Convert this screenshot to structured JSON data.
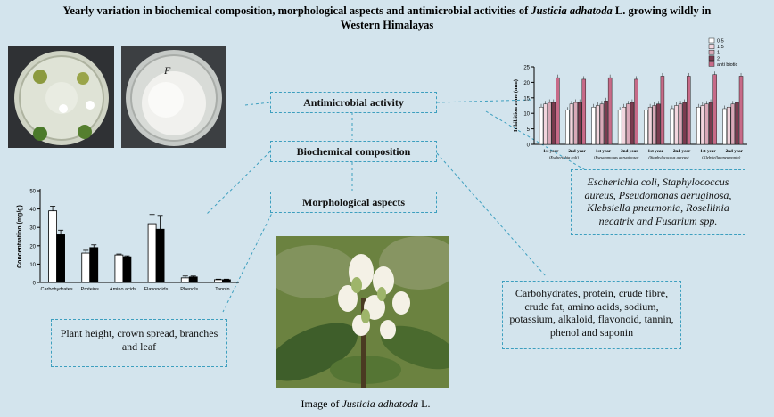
{
  "title_line1": "Yearly variation in biochemical composition, morphological aspects and antimicrobial activities of",
  "title_species": "Justicia adhatoda",
  "title_after": " L. growing wildly in",
  "title_line2": "Western Himalayas",
  "categories": {
    "antimicrobial": "Antimicrobial activity",
    "biochemical": "Biochemical composition",
    "morphological": "Morphological aspects"
  },
  "microbes_text": "Escherichia coli, Staphylococcus aureus, Pseudomonas aeruginosa, Klebsiella pneumonia, Rosellinia necatrix  and Fusarium spp.",
  "biochem_text": "Carbohydrates, protein, crude fibre, crude fat, amino acids,  sodium, potassium, alkaloid, flavonoid, tannin, phenol and saponin",
  "morph_text": "Plant height,  crown spread, branches and leaf",
  "caption_prefix": "Image of ",
  "caption_species": "Justicia adhatoda",
  "caption_suffix": " L.",
  "photo_label": "F",
  "colors": {
    "background": "#d3e4ed",
    "dashed_border": "#3d9fbf",
    "bar_antibiotic": "#d98aa3"
  },
  "chart_data": [
    {
      "type": "bar",
      "ylabel": "Concentration (mg/g)",
      "categories": [
        "Carbohydrates",
        "Proteins",
        "Amino acids",
        "Flavonoids",
        "Phenols",
        "Tannin"
      ],
      "series": [
        {
          "values": [
            39,
            16,
            15,
            32,
            2.5,
            1.5
          ],
          "errors": [
            2.5,
            1.5,
            0.5,
            5,
            1,
            0.3
          ],
          "color": "#ffffff"
        },
        {
          "values": [
            26,
            19,
            14,
            29,
            3,
            1.5
          ],
          "errors": [
            2.5,
            1.5,
            0.5,
            7.5,
            0.5,
            0.3
          ],
          "color": "#000000"
        }
      ],
      "ylim": [
        0,
        50
      ],
      "yticks": [
        0,
        10,
        20,
        30,
        40,
        50
      ]
    },
    {
      "type": "bar",
      "ylabel": "Inhibition zone (mm)",
      "groups": [
        "1st year",
        "2nd year",
        "1st year",
        "2nd year",
        "1st year",
        "2nd year",
        "1st year",
        "2nd year"
      ],
      "organisms": [
        "(Escherichia coli)",
        "(Pseudomonas aeruginosa)",
        "(Staphylococcus aureus)",
        "(Klebsiella pneumonia)"
      ],
      "legend": [
        "0.5",
        "1.5",
        "1",
        "2",
        "anti biotic"
      ],
      "series_colors": [
        "#ffffff",
        "#f2d6de",
        "#d9a9b8",
        "#7a3b4f",
        "#c76a88"
      ],
      "values": [
        [
          12,
          13,
          13.5,
          13.5,
          21.5
        ],
        [
          11,
          13,
          13.5,
          13.5,
          21
        ],
        [
          12,
          12.5,
          13,
          14,
          21.5
        ],
        [
          11,
          12,
          13,
          13.5,
          21
        ],
        [
          11,
          12,
          12.5,
          13,
          22
        ],
        [
          11.5,
          12.5,
          13,
          13.5,
          22
        ],
        [
          12,
          12.5,
          13,
          13.5,
          22.5
        ],
        [
          11.5,
          12,
          13,
          13.5,
          22
        ]
      ],
      "ylim": [
        0,
        25
      ],
      "yticks": [
        0,
        5,
        10,
        15,
        20,
        25
      ]
    }
  ]
}
